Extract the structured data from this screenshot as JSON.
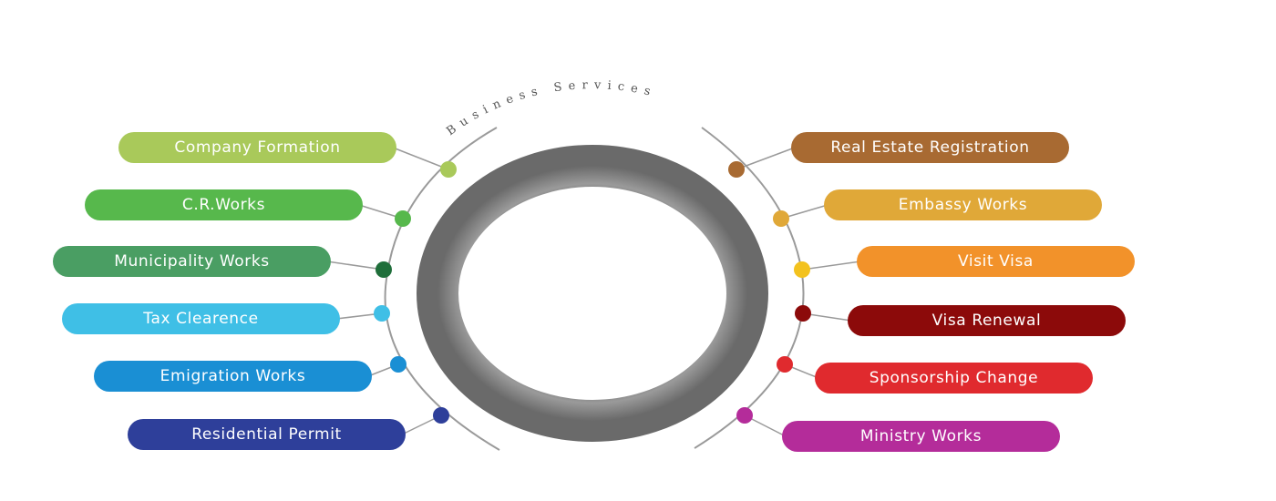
{
  "arc_title": "Business Services",
  "left_services": [
    {
      "label": "Company Formation",
      "color": "#a9c95a"
    },
    {
      "label": "C.R.Works",
      "color": "#57b84c"
    },
    {
      "label": "Municipality Works",
      "color": "#4a9e63"
    },
    {
      "label": "Tax Clearence",
      "color": "#3fbfe6"
    },
    {
      "label": "Emigration Works",
      "color": "#1a8fd4"
    },
    {
      "label": "Residential Permit",
      "color": "#2e3f9a"
    }
  ],
  "left_dot_colors": [
    "#a9c95a",
    "#57b84c",
    "#1f6e3a",
    "#3fbfe6",
    "#1a8fd4",
    "#2e3f9a"
  ],
  "right_services": [
    {
      "label": "Real Estate Registration",
      "color": "#a86a32"
    },
    {
      "label": "Embassy Works",
      "color": "#e0a838"
    },
    {
      "label": "Visit Visa",
      "color": "#f2922a"
    },
    {
      "label": "Visa Renewal",
      "color": "#8c0a0a"
    },
    {
      "label": "Sponsorship Change",
      "color": "#e02a2e"
    },
    {
      "label": "Ministry Works",
      "color": "#b42c9a"
    }
  ],
  "right_dot_colors": [
    "#a86a32",
    "#e0a838",
    "#f3c21e",
    "#8c0a0a",
    "#e02a2e",
    "#b42c9a"
  ],
  "ring_color": "#8a8a8a",
  "arc_color": "#9a9a9a"
}
